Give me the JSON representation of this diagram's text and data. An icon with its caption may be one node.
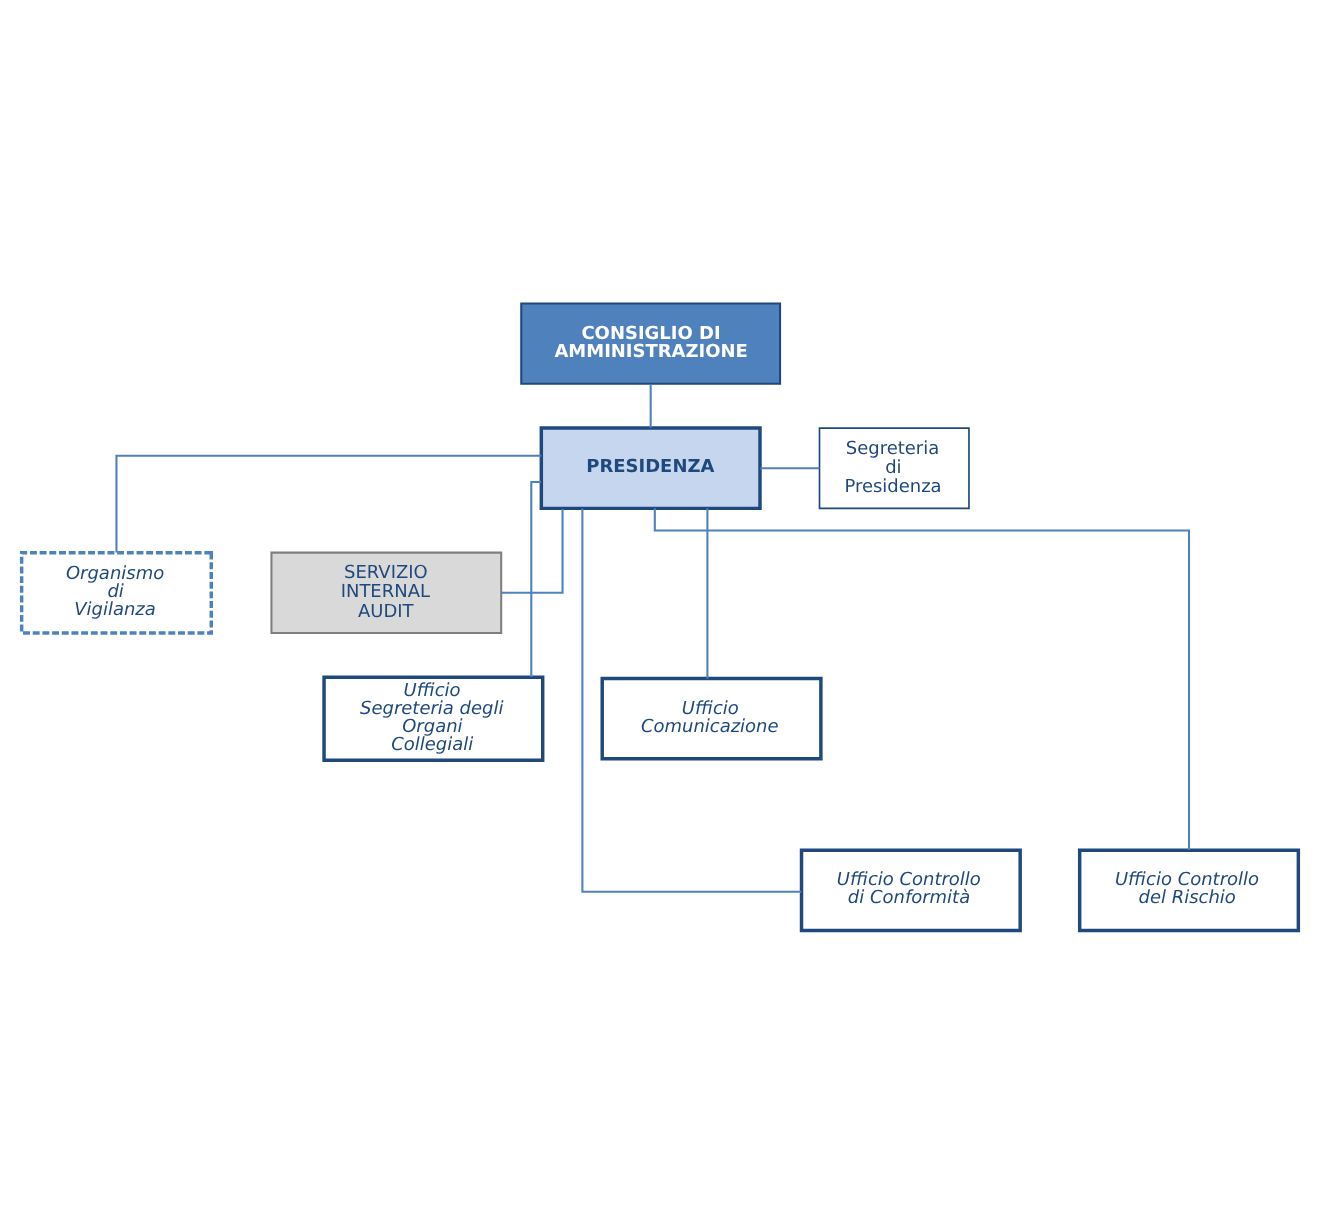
{
  "diagram": {
    "nodes": [
      {
        "text": [
          "CONSIGLIO DI AMMINISTRAZIONE"
        ]
      },
      {
        "text": [
          "PRESIDENZA"
        ]
      },
      {
        "text": [
          "Segreteria di Presidenza"
        ]
      },
      {
        "text": [
          "Organismo di Vigilanza"
        ]
      },
      {
        "text": [
          "SERVIZIO INTERNAL AUDIT"
        ]
      },
      {
        "text": [
          "Ufficio Segreteria degli Organi Collegiali"
        ]
      },
      {
        "text": [
          "Ufficio Comunicazione"
        ]
      },
      {
        "text": [
          "Ufficio Controllo di Conformità"
        ]
      },
      {
        "text": [
          "Ufficio Controllo del Rischio"
        ]
      }
    ],
    "edges": [
      {
        "from": 0,
        "to": 1,
        "arrow": "none"
      },
      {
        "from": 1,
        "to": 2,
        "arrow": "none"
      },
      {
        "from": 1,
        "to": 4,
        "arrow": "none"
      },
      {
        "from": 1,
        "to": 3,
        "arrow": "none"
      },
      {
        "from": 1,
        "to": 5,
        "arrow": "none"
      },
      {
        "from": 1,
        "to": 6,
        "arrow": "none"
      },
      {
        "from": 1,
        "to": 7,
        "arrow": "none"
      },
      {
        "from": 1,
        "to": 8,
        "arrow": "none"
      }
    ]
  }
}
